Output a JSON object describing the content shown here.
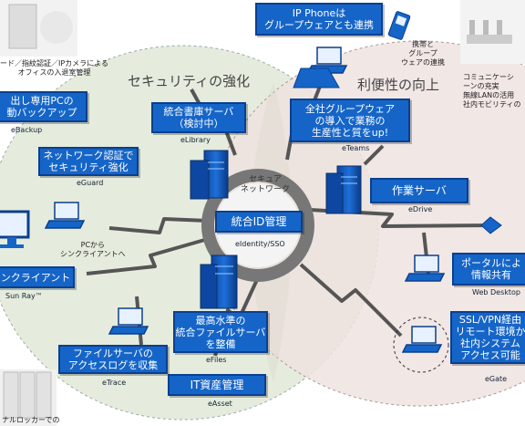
{
  "title": "",
  "zones": {
    "security": "セキュリティの強化",
    "convenience": "利便性の向上"
  },
  "center": {
    "hub_label": "セキュア\nネットワーク",
    "id_box": "統合ID管理",
    "id_caption": "eIdentity/SSO"
  },
  "boxes": [
    {
      "key": "ip_phone",
      "text": "IP Phoneは\nグループウェアとも連携",
      "caption": ""
    },
    {
      "key": "groupware",
      "text": "全社グループウェア\nの導入で業務の\n生産性と質をup!",
      "caption": "eTeams"
    },
    {
      "key": "library",
      "text": "統合書庫サーバ\n（検討中）",
      "caption": "eLibrary"
    },
    {
      "key": "backup",
      "text": "出し専用PCの\n動バックアップ",
      "caption": "eBackup"
    },
    {
      "key": "guard",
      "text": "ネットワーク認証で\nセキュリティ強化",
      "caption": "eGuard"
    },
    {
      "key": "thinclient",
      "text": "ンクライアント",
      "caption": "Sun Ray™"
    },
    {
      "key": "drive",
      "text": "作業サーバ",
      "caption": "eDrive"
    },
    {
      "key": "portal",
      "text": "ポータルによ\n情報共有",
      "caption": "Web Desktop"
    },
    {
      "key": "files",
      "text": "最高水準の\n統合ファイルサーバ\nを整備",
      "caption": "eFiles"
    },
    {
      "key": "trace",
      "text": "ファイルサーバの\nアクセスログを収集",
      "caption": "eTrace"
    },
    {
      "key": "asset",
      "text": "IT資産管理",
      "caption": "eAsset"
    },
    {
      "key": "gate",
      "text": "SSL/VPN経由\nリモート環境か\n社内システム\nアクセス可能",
      "caption": "eGate"
    }
  ],
  "captions": {
    "card": "ード／指紋認証／IPカメラによる\nオフィスの入退室管理",
    "mobile": "携帯と\nグループ\nウェアの連携",
    "community": "コミュニケーシ\nーンの充実\n無線LANの活用\n社内モビリティの",
    "pc_to_thin": "PCから\nシンクライアントへ",
    "locker": "ナルロッカーでの"
  },
  "icons": [
    "server-icon",
    "laptop-icon",
    "monitor-icon",
    "phone-icon",
    "mobile-phone-icon",
    "gate-icon",
    "office-photo",
    "meeting-room-photo",
    "locker-photo"
  ]
}
